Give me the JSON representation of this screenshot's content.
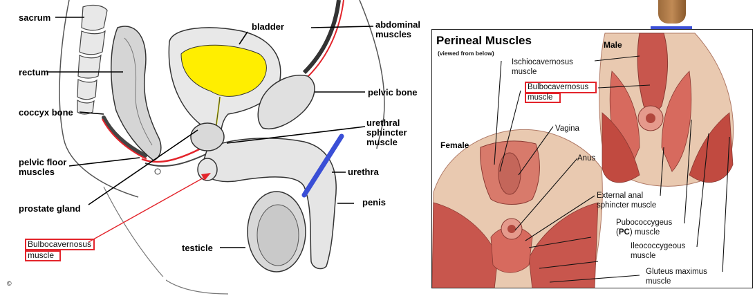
{
  "left_figure": {
    "labels": {
      "sacrum": "sacrum",
      "rectum": "rectum",
      "coccyx": "coccyx bone",
      "pelvic_floor_1": "pelvic floor",
      "pelvic_floor_2": "muscles",
      "prostate": "prostate gland",
      "bladder": "bladder",
      "abdominal_1": "abdominal",
      "abdominal_2": "muscles",
      "pelvic_bone": "pelvic bone",
      "urethral_1": "urethral",
      "urethral_2": "sphincter",
      "urethral_3": "muscle",
      "urethra": "urethra",
      "penis": "penis",
      "testicle": "testicle",
      "bulbo_1": "Bulbocavernosus",
      "bulbo_2": "muscle",
      "copyright": "©"
    },
    "colors": {
      "bladder_fill": "#ffee00",
      "highlight_red": "#e3242b",
      "marker_blue": "#3a4fd6"
    }
  },
  "right_figure": {
    "title": "Perineal Muscles",
    "subtitle": "(viewed from below)",
    "male": "Male",
    "female": "Female",
    "labels": {
      "ischio_1": "Ischiocavernosus",
      "ischio_2": "muscle",
      "bulbo_1": "Bulbocavernosus",
      "bulbo_2": "muscle",
      "vagina": "Vagina",
      "anus": "Anus",
      "ext_anal_1": "External anal",
      "ext_anal_2": "sphincter muscle",
      "pubo_1": "Pubococcygeus",
      "pubo_2a": "(",
      "pubo_2b": "PC",
      "pubo_2c": ") muscle",
      "ileo_1": "Ileococcygeous",
      "ileo_2": "muscle",
      "glut_1": "Gluteus maximus",
      "glut_2": "muscle"
    },
    "colors": {
      "muscle": "#c8564d",
      "muscle_light": "#e59a8c",
      "skin": "#e9c9b0"
    }
  }
}
